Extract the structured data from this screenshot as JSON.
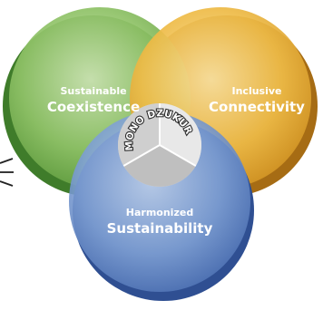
{
  "diagram": {
    "circles": [
      {
        "line1": "Sustainable",
        "line2": "Coexistence",
        "color": "#6aa646"
      },
      {
        "line1": "Inclusive",
        "line2": "Connectivity",
        "color": "#e0a62a"
      },
      {
        "line1": "Harmonized",
        "line2": "Sustainability",
        "color": "#4d72b8"
      }
    ],
    "center_label": "MONO DZUKURI"
  }
}
